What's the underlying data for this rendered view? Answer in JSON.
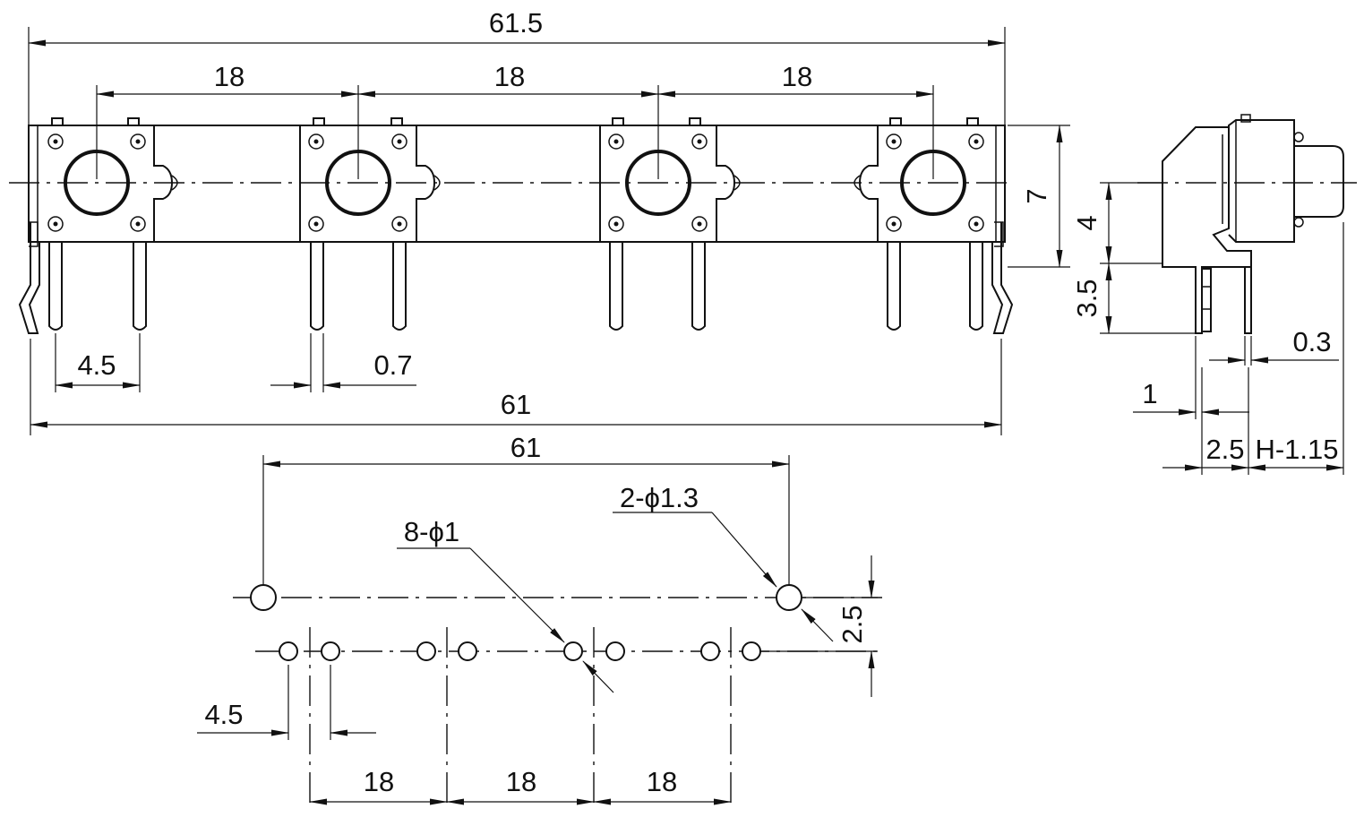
{
  "front_view": {
    "overall_length": "61.5",
    "pitch_1": "18",
    "pitch_2": "18",
    "pitch_3": "18",
    "pin_spacing": "4.5",
    "pin_width": "0.7",
    "pin_span": "61"
  },
  "side_view": {
    "body_height": "7",
    "button_center_height": "4",
    "pin_height": "3.5",
    "lead_thickness": "0.3",
    "standoff": "1",
    "pin_offset": "2.5",
    "button_length": "H-1.15"
  },
  "pcb_layout": {
    "mounting_span": "61",
    "mounting_holes": "2-ϕ1.3",
    "pin_holes": "8-ϕ1",
    "row_offset": "2.5",
    "pin_spacing": "4.5",
    "pitch_1": "18",
    "pitch_2": "18",
    "pitch_3": "18"
  }
}
